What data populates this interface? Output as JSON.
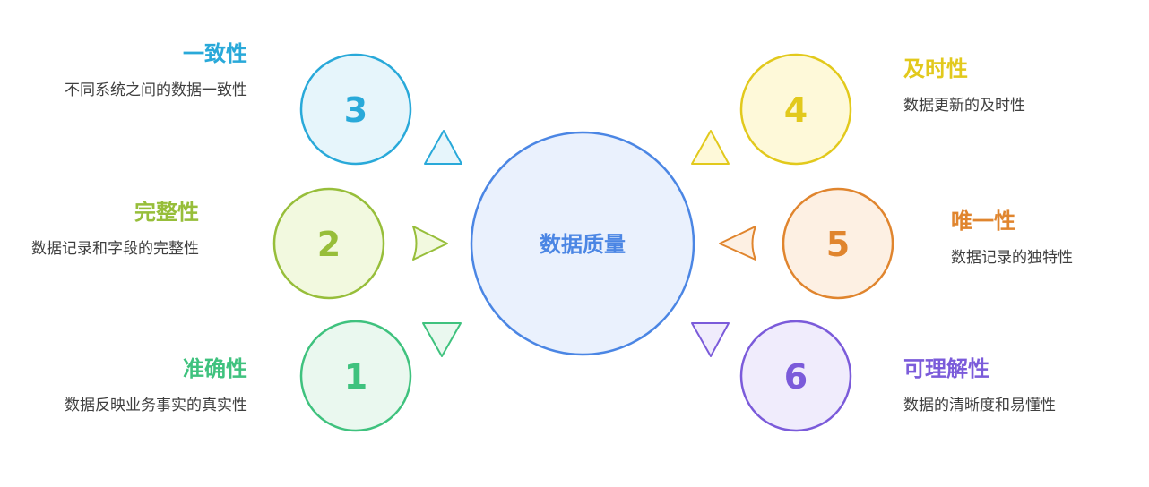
{
  "center": {
    "label": "数据质量"
  },
  "items": [
    {
      "number": "1",
      "title": "准确性",
      "desc": "数据反映业务事实的真实性",
      "color": "#3FC27E",
      "fill": "#EAF8EF"
    },
    {
      "number": "2",
      "title": "完整性",
      "desc": "数据记录和字段的完整性",
      "color": "#97BE3A",
      "fill": "#F2F9DF"
    },
    {
      "number": "3",
      "title": "一致性",
      "desc": "不同系统之间的数据一致性",
      "color": "#29A9D9",
      "fill": "#E6F5FB"
    },
    {
      "number": "4",
      "title": "及时性",
      "desc": "数据更新的及时性",
      "color": "#E2C91C",
      "fill": "#FEF9D9"
    },
    {
      "number": "5",
      "title": "唯一性",
      "desc": "数据记录的独特性",
      "color": "#E0852E",
      "fill": "#FDF0E3"
    },
    {
      "number": "6",
      "title": "可理解性",
      "desc": "数据的清晰度和易懂性",
      "color": "#7B5BDA",
      "fill": "#F0ECFC"
    }
  ],
  "colors": {
    "center_stroke": "#4B86E4",
    "center_fill": "#EAF1FD",
    "center_text": "#4B86E4"
  }
}
